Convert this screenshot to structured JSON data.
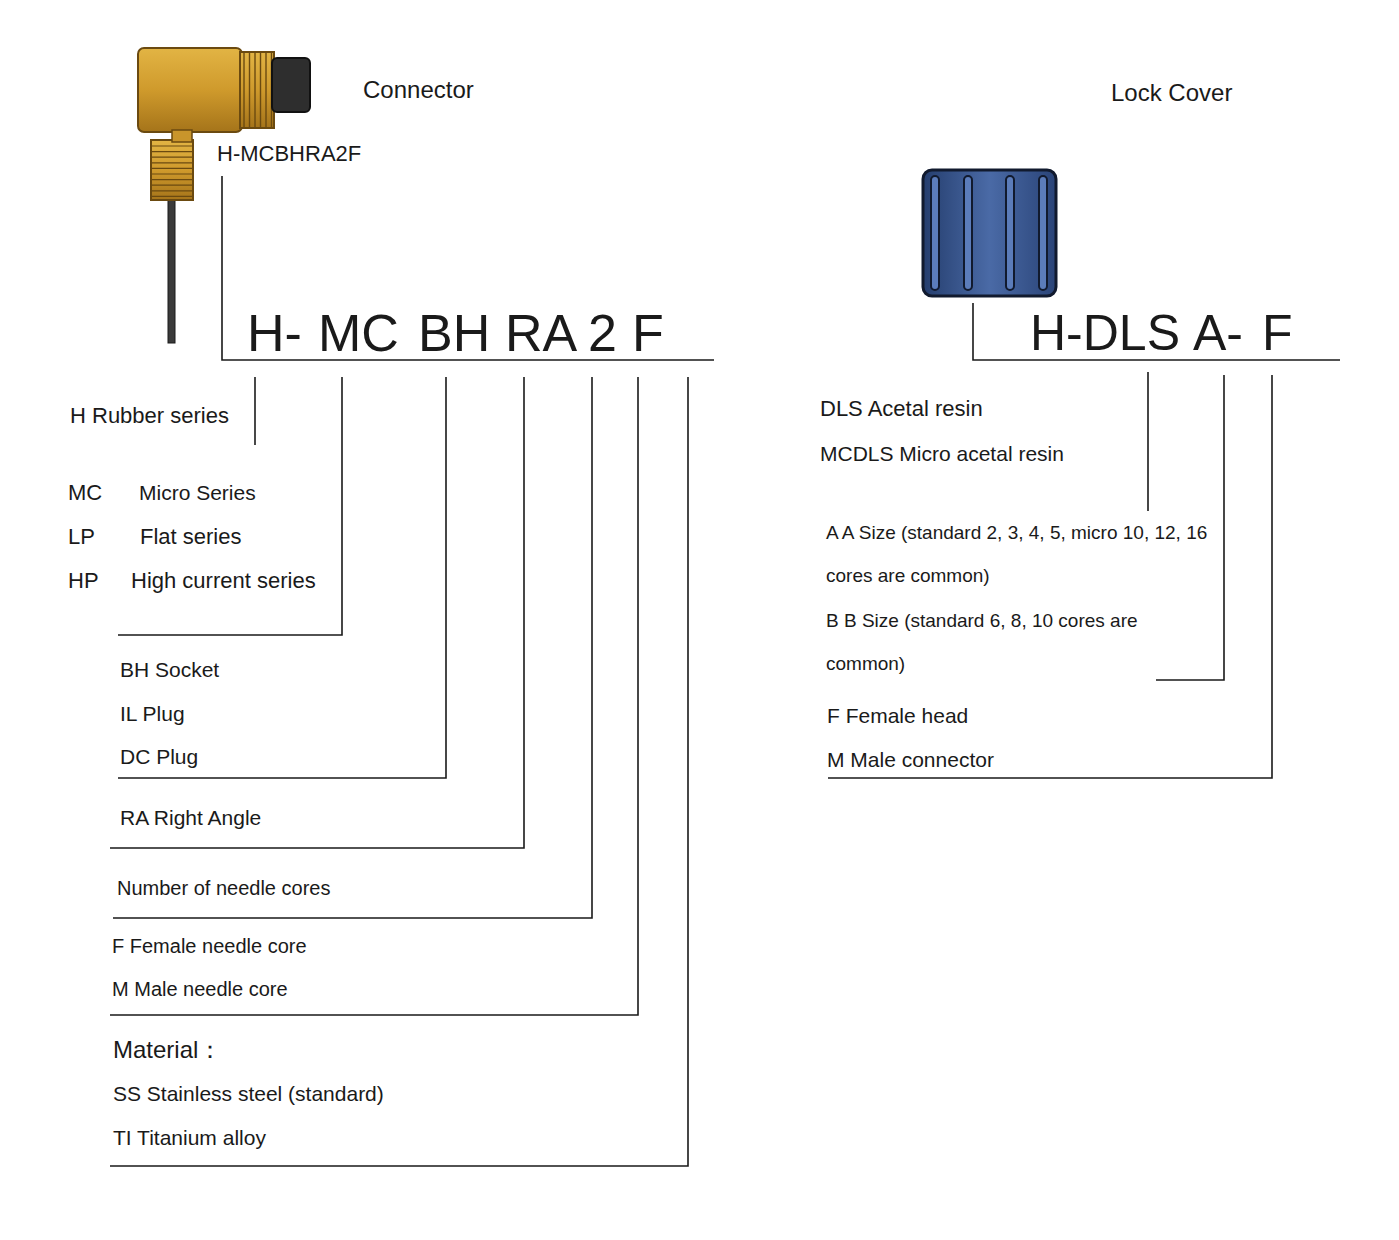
{
  "diagram": {
    "labels": [
      "Connector",
      "H-MCBHRA2F",
      "Lock Cover",
      "H-",
      "MC",
      "BH",
      "RA",
      "2",
      "F",
      "H-DLS",
      "A-",
      "F",
      "H Rubber series",
      "MC",
      "Micro Series",
      "LP",
      "Flat series",
      "HP",
      "High current series",
      "BH Socket",
      "IL Plug",
      "DC Plug",
      "RA Right Angle",
      "Number of needle cores",
      "F Female needle core",
      "M Male needle core",
      "Material：",
      "SS Stainless steel (standard)",
      "TI Titanium alloy",
      "DLS Acetal resin",
      "MCDLS Micro acetal resin",
      "A A Size (standard 2, 3, 4, 5, micro 10, 12, 16 cores are common)",
      "B B Size (standard 6, 8, 10 cores are common)",
      "F Female head",
      "M Male connector"
    ]
  }
}
